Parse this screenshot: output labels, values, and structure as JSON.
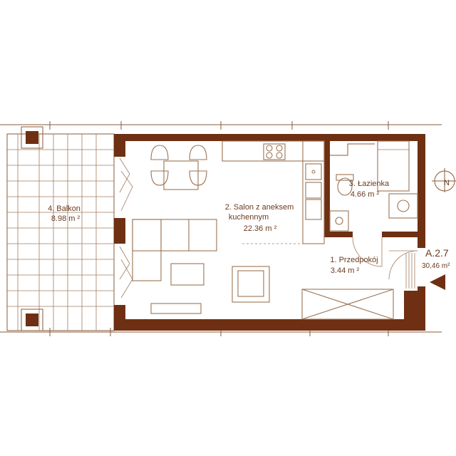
{
  "rooms": [
    {
      "name": "1. Przedpokój",
      "area": "3.44 m ²"
    },
    {
      "name": "2. Salon z aneksem",
      "name2": "kuchennym",
      "area": "22.36 m ²"
    },
    {
      "name": "3. Łazienka",
      "area": "4.66 m ²"
    },
    {
      "name": "4. Balkon",
      "area": "8.98 m ²"
    }
  ],
  "unit": {
    "code": "A.2.7",
    "area": "30,46 m²"
  },
  "compass": {
    "label": "N"
  },
  "colors": {
    "wall": "#6e2f12",
    "line": "#8a5a3a",
    "text": "#6b3a1e"
  }
}
